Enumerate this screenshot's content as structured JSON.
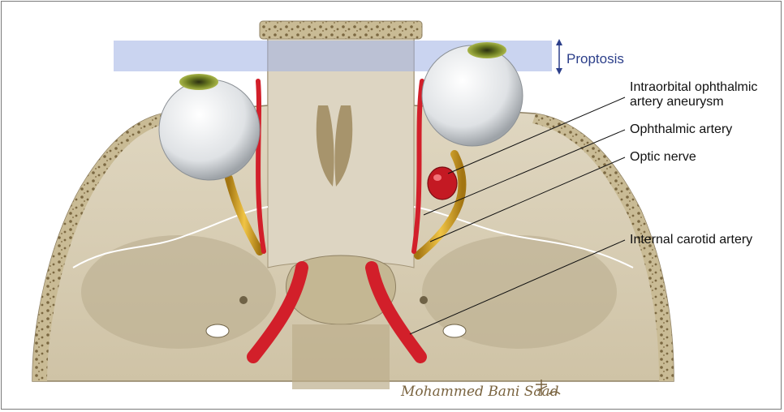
{
  "labels": {
    "proptosis": "Proptosis",
    "aneurysm_line1": "Intraorbital ophthalmic",
    "aneurysm_line2": "artery aneurysm",
    "ophthalmic_artery": "Ophthalmic artery",
    "optic_nerve": "Optic nerve",
    "internal_carotid": "Internal carotid artery"
  },
  "signature": "Mohammed Bani Saad",
  "colors": {
    "bone": "#dcd2bb",
    "bone_shadow": "#b7aa8f",
    "artery": "#d21f2a",
    "nerve": "#d9a82a",
    "globe": "#e6e9ec",
    "proptosis_band": "#9fb1e4",
    "label_text": "#111111",
    "proptosis_text": "#2c3f8a"
  }
}
